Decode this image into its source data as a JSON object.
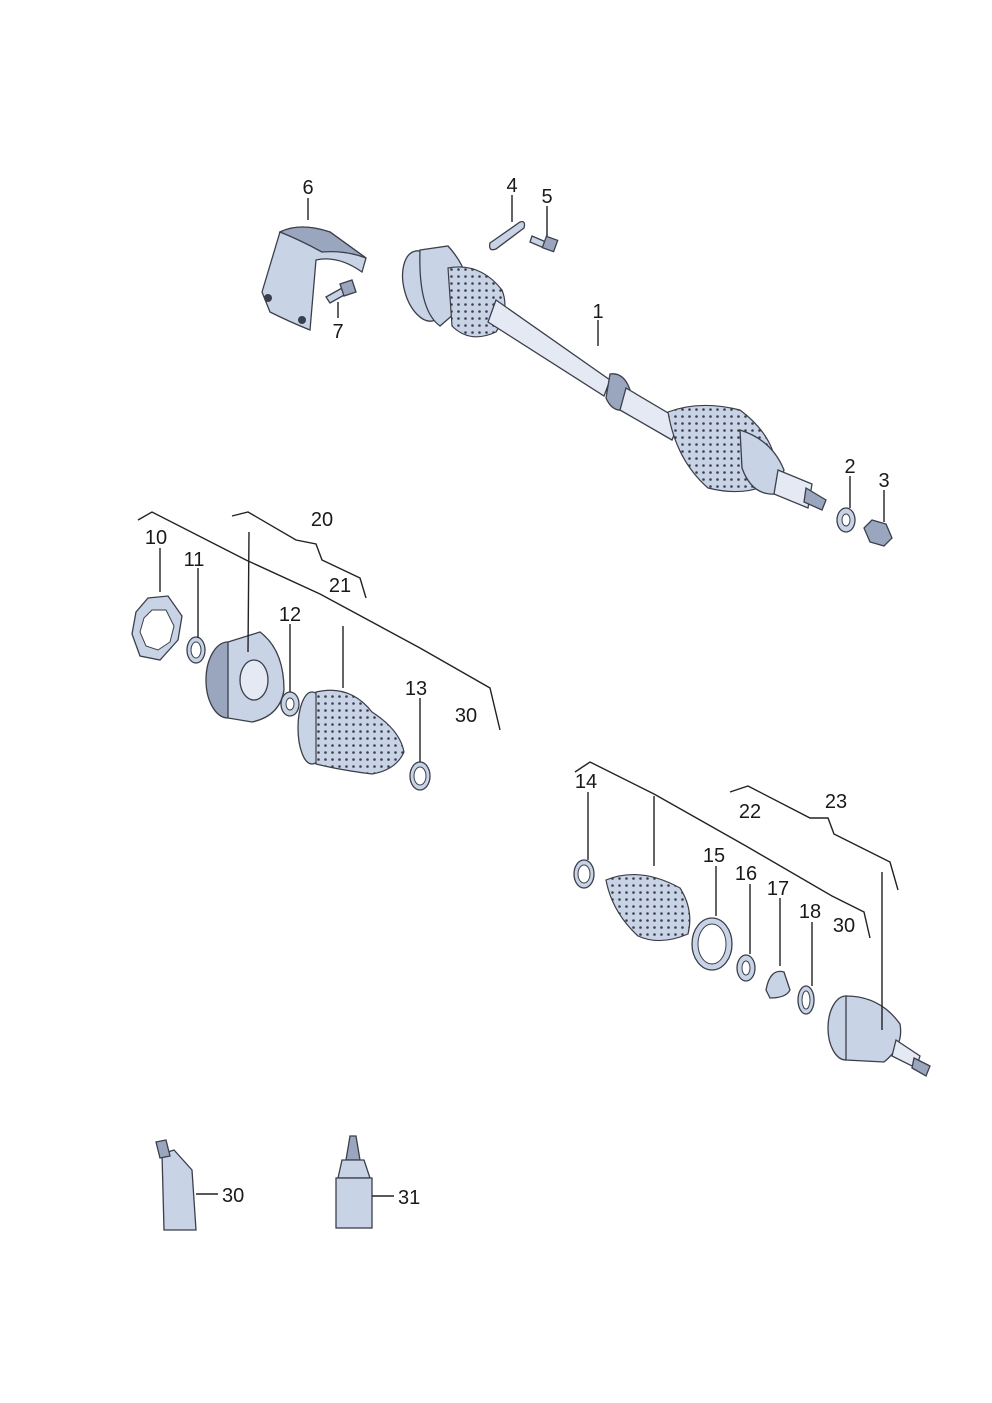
{
  "callouts": {
    "c1": "1",
    "c2": "2",
    "c3": "3",
    "c4": "4",
    "c5": "5",
    "c6": "6",
    "c7": "7",
    "c10": "10",
    "c11": "11",
    "c12": "12",
    "c13": "13",
    "c14": "14",
    "c15": "15",
    "c16": "16",
    "c17": "17",
    "c18": "18",
    "c20": "20",
    "c21": "21",
    "c22": "22",
    "c23": "23",
    "c30a": "30",
    "c30b": "30",
    "c30c": "30",
    "c31": "31"
  },
  "colors": {
    "part_fill": "#c9d3e6",
    "part_dark": "#9aa6bd",
    "outline": "#3a3f4a",
    "leader": "#222222"
  }
}
